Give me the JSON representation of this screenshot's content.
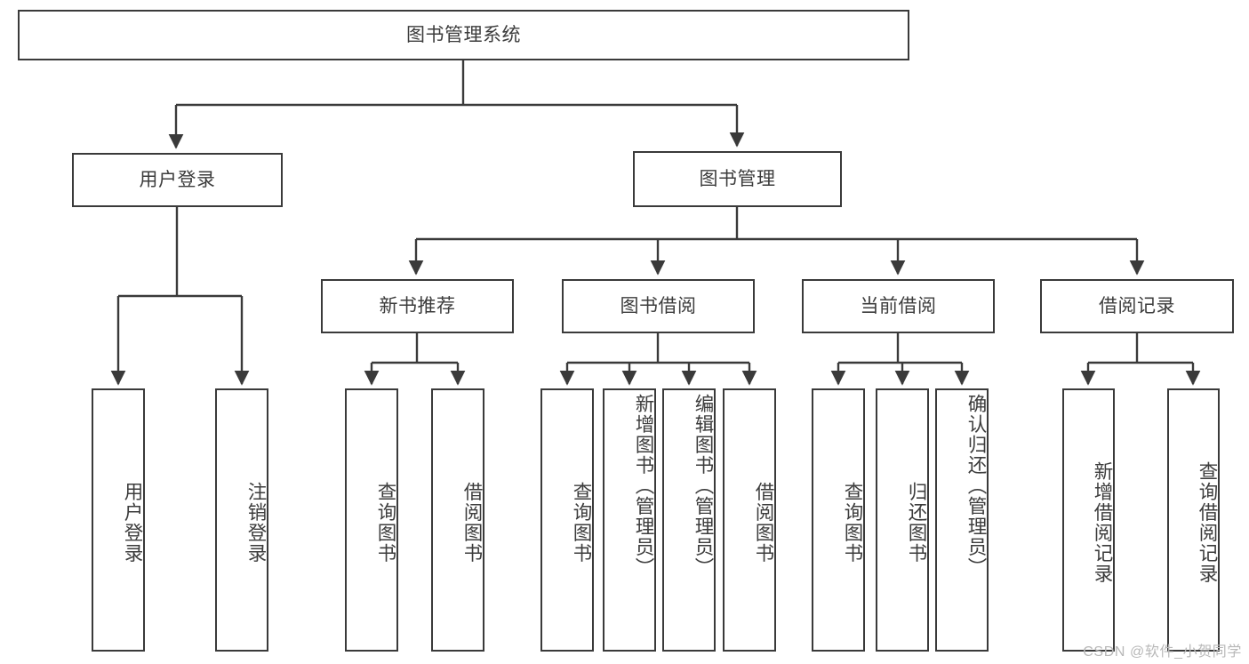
{
  "diagram": {
    "title": "图书管理系统",
    "type": "tree-hierarchy-chart",
    "colors": {
      "stroke": "#3a3a3a",
      "text": "#3c3c3c",
      "background": "#ffffff",
      "watermark": "#b8b8b8"
    },
    "root": {
      "label": "图书管理系统"
    },
    "level2": [
      {
        "label": "用户登录"
      },
      {
        "label": "图书管理"
      }
    ],
    "level3": [
      {
        "label": "新书推荐"
      },
      {
        "label": "图书借阅"
      },
      {
        "label": "当前借阅"
      },
      {
        "label": "借阅记录"
      }
    ],
    "leaves": [
      {
        "label": "用户登录",
        "parent": "用户登录"
      },
      {
        "label": "注销登录",
        "parent": "用户登录"
      },
      {
        "label": "查询图书",
        "parent": "新书推荐"
      },
      {
        "label": "借阅图书",
        "parent": "新书推荐"
      },
      {
        "label": "查询图书",
        "parent": "图书借阅"
      },
      {
        "label": "新增图书（管理员）",
        "parent": "图书借阅"
      },
      {
        "label": "编辑图书（管理员）",
        "parent": "图书借阅"
      },
      {
        "label": "借阅图书",
        "parent": "图书借阅"
      },
      {
        "label": "查询图书",
        "parent": "当前借阅"
      },
      {
        "label": "归还图书",
        "parent": "当前借阅"
      },
      {
        "label": "确认归还（管理员）",
        "parent": "当前借阅"
      },
      {
        "label": "新增借阅记录",
        "parent": "借阅记录"
      },
      {
        "label": "查询借阅记录",
        "parent": "借阅记录"
      }
    ]
  },
  "watermark": {
    "text": "CSDN @软件_小贺同学"
  }
}
